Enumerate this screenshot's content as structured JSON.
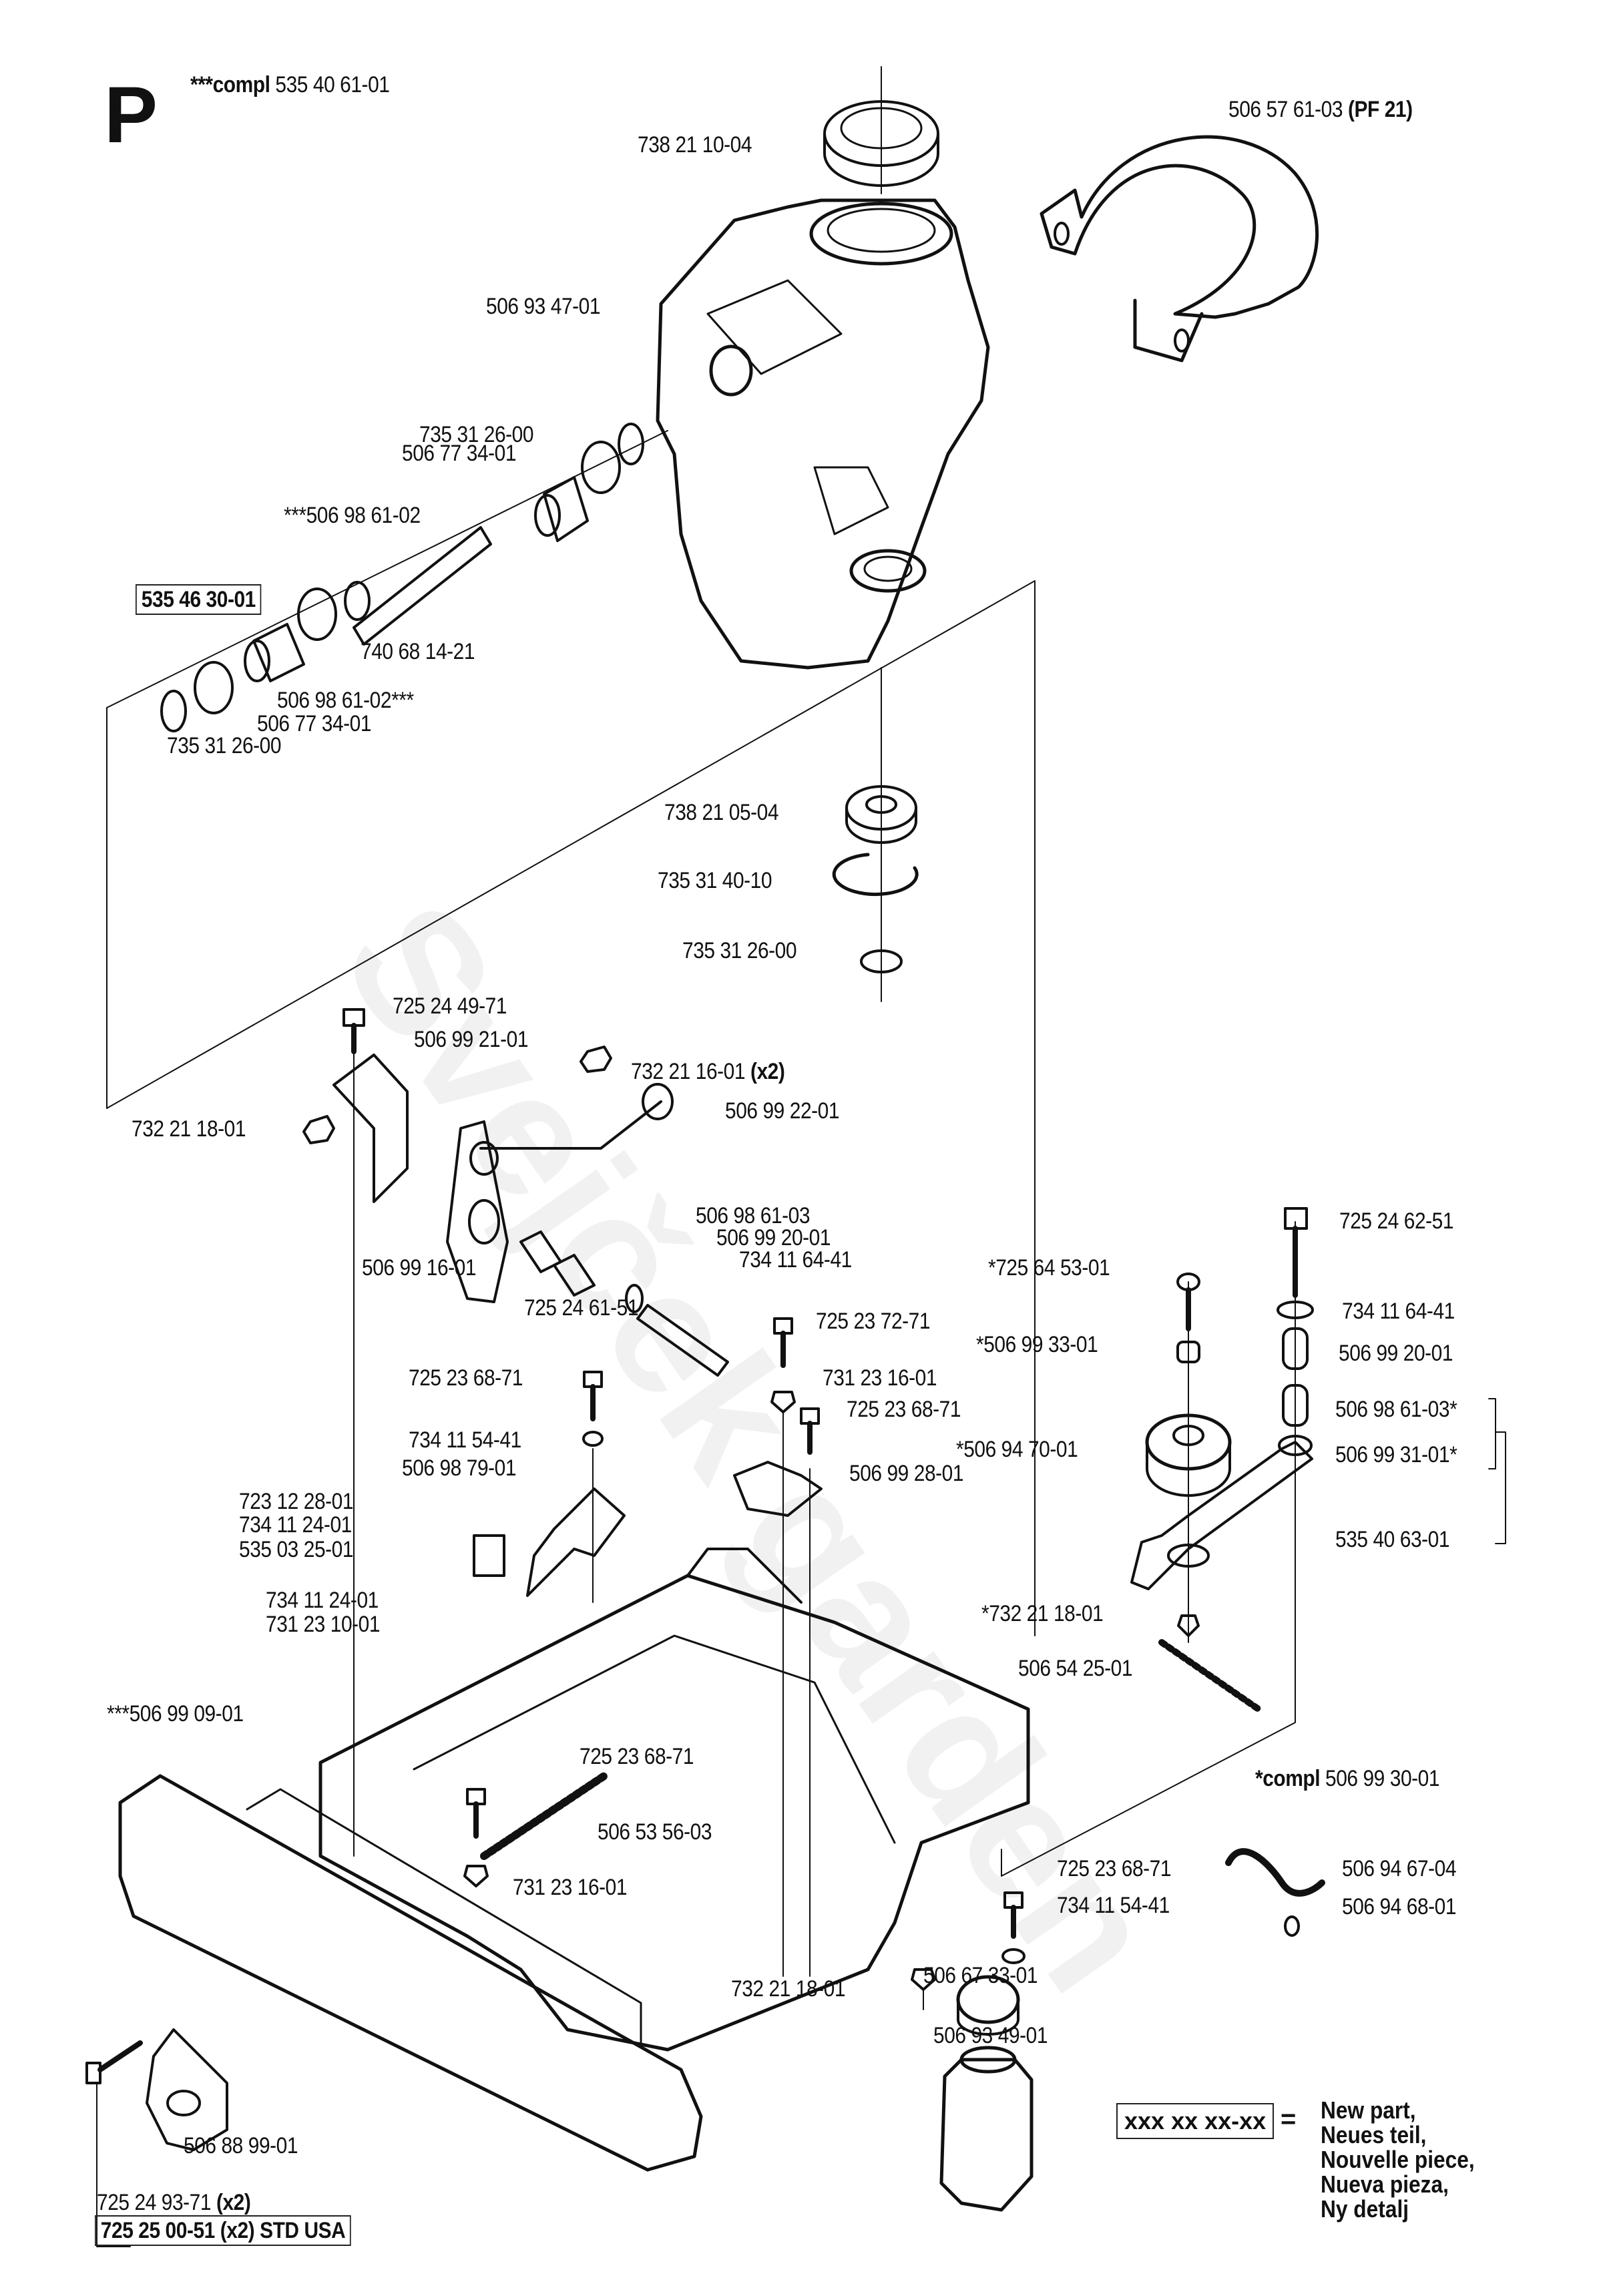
{
  "header": {
    "section_letter": "P",
    "assembly_prefix": "***compl",
    "assembly_number": "535 40 61-01"
  },
  "watermark": "Svejček garden",
  "labels": {
    "l_738_21_10_04": "738 21 10-04",
    "l_506_57_61_03": "506 57 61-03",
    "l_506_57_61_03_suffix": "(PF 21)",
    "l_506_93_47_01": "506 93 47-01",
    "l_735_31_26_00_a": "735 31 26-00",
    "l_506_77_34_01_a": "506 77 34-01",
    "l_506_98_61_02_a": "***506 98 61-02",
    "l_535_46_30_01": "535 46 30-01",
    "l_740_68_14_21": "740 68 14-21",
    "l_506_98_61_02_b": "506 98 61-02***",
    "l_506_77_34_01_b": "506 77 34-01",
    "l_735_31_26_00_b": "735 31 26-00",
    "l_738_21_05_04": "738 21 05-04",
    "l_735_31_40_10": "735 31 40-10",
    "l_735_31_26_00_c": "735 31 26-00",
    "l_725_24_49_71": "725 24 49-71",
    "l_506_99_21_01": "506 99 21-01",
    "l_732_21_16_01": "732 21 16-01",
    "l_732_21_16_01_qty": "(x2)",
    "l_506_99_22_01": "506 99 22-01",
    "l_732_21_18_01_a": "732 21 18-01",
    "l_506_98_61_03_a": "506 98 61-03",
    "l_506_99_20_01_a": "506 99 20-01",
    "l_734_11_64_41_a": "734 11 64-41",
    "l_506_99_16_01": "506 99 16-01",
    "l_725_24_61_51": "725 24 61-51",
    "l_725_23_72_71": "725 23 72-71",
    "l_725_23_68_71_a": "725 23 68-71",
    "l_731_23_16_01_a": "731 23 16-01",
    "l_725_23_68_71_b": "725 23 68-71",
    "l_734_11_54_41_a": "734 11 54-41",
    "l_506_98_79_01": "506 98 79-01",
    "l_506_99_28_01": "506 99 28-01",
    "l_723_12_28_01": "723 12 28-01",
    "l_734_11_24_01_a": "734 11 24-01",
    "l_535_03_25_01": "535 03 25-01",
    "l_734_11_24_01_b": "734 11 24-01",
    "l_731_23_10_01": "731 23 10-01",
    "l_725_24_62_51": "725 24 62-51",
    "l_725_64_53_01": "*725 64 53-01",
    "l_734_11_64_41_b": "734 11 64-41",
    "l_506_99_33_01": "*506 99 33-01",
    "l_506_99_20_01_b": "506 99 20-01",
    "l_506_98_61_03_b": "506 98 61-03*",
    "l_506_94_70_01": "*506 94 70-01",
    "l_506_99_31_01": "506 99 31-01*",
    "l_535_40_63_01": "535 40 63-01",
    "l_732_21_18_01_b": "*732 21 18-01",
    "l_506_54_25_01": "506 54 25-01",
    "l_506_99_09_01": "***506 99 09-01",
    "l_725_23_68_71_c": "725 23 68-71",
    "l_506_53_56_03": "506 53 56-03",
    "l_731_23_16_01_b": "731 23 16-01",
    "l_compl_506_99_30_01_prefix": "*compl",
    "l_compl_506_99_30_01": "506 99 30-01",
    "l_725_23_68_71_d": "725 23 68-71",
    "l_506_94_67_04": "506 94 67-04",
    "l_734_11_54_41_b": "734 11 54-41",
    "l_506_94_68_01": "506 94 68-01",
    "l_506_67_33_01": "506 67 33-01",
    "l_732_21_18_01_c": "732 21 18-01",
    "l_506_93_49_01": "506 93 49-01",
    "l_506_88_99_01": "506 88 99-01",
    "l_725_24_93_71": "725 24 93-71",
    "l_725_24_93_71_qty": "(x2)",
    "l_725_25_00_51": "725 25 00-51 (x2) STD USA"
  },
  "legend": {
    "placeholder": "xxx xx xx-xx",
    "equals": "=",
    "lines": [
      "New part,",
      "Neues teil,",
      "Nouvelle piece,",
      "Nueva pieza,",
      "Ny detalj"
    ]
  }
}
